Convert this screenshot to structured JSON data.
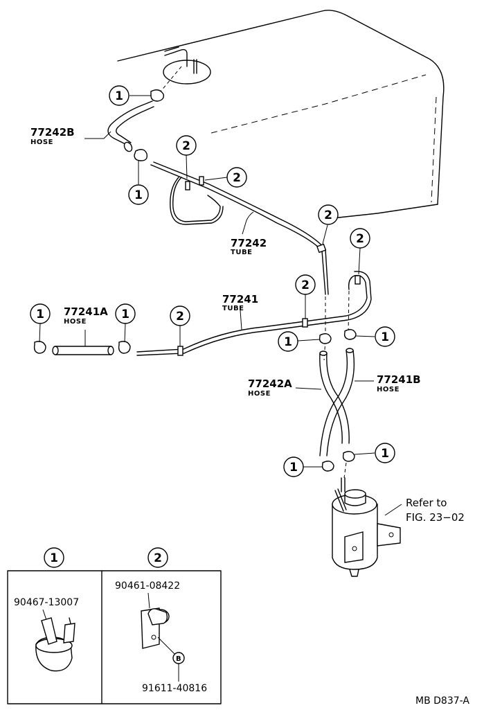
{
  "callouts": {
    "clamp": "1",
    "clip": "2",
    "bolt": "B"
  },
  "parts": {
    "hose_77242B": {
      "number": "77242B",
      "name": "HOSE"
    },
    "tube_77242": {
      "number": "77242",
      "name": "TUBE"
    },
    "hose_77241A": {
      "number": "77241A",
      "name": "HOSE"
    },
    "tube_77241": {
      "number": "77241",
      "name": "TUBE"
    },
    "hose_77242A": {
      "number": "77242A",
      "name": "HOSE"
    },
    "hose_77241B": {
      "number": "77241B",
      "name": "HOSE"
    }
  },
  "reference": {
    "line1": "Refer to",
    "line2": "FIG. 23−02"
  },
  "legend": {
    "clamp_part": "90467-13007",
    "clip_part": "90461-08422",
    "bolt_part": "91611-40816"
  },
  "figure_code": "MB D837-A"
}
